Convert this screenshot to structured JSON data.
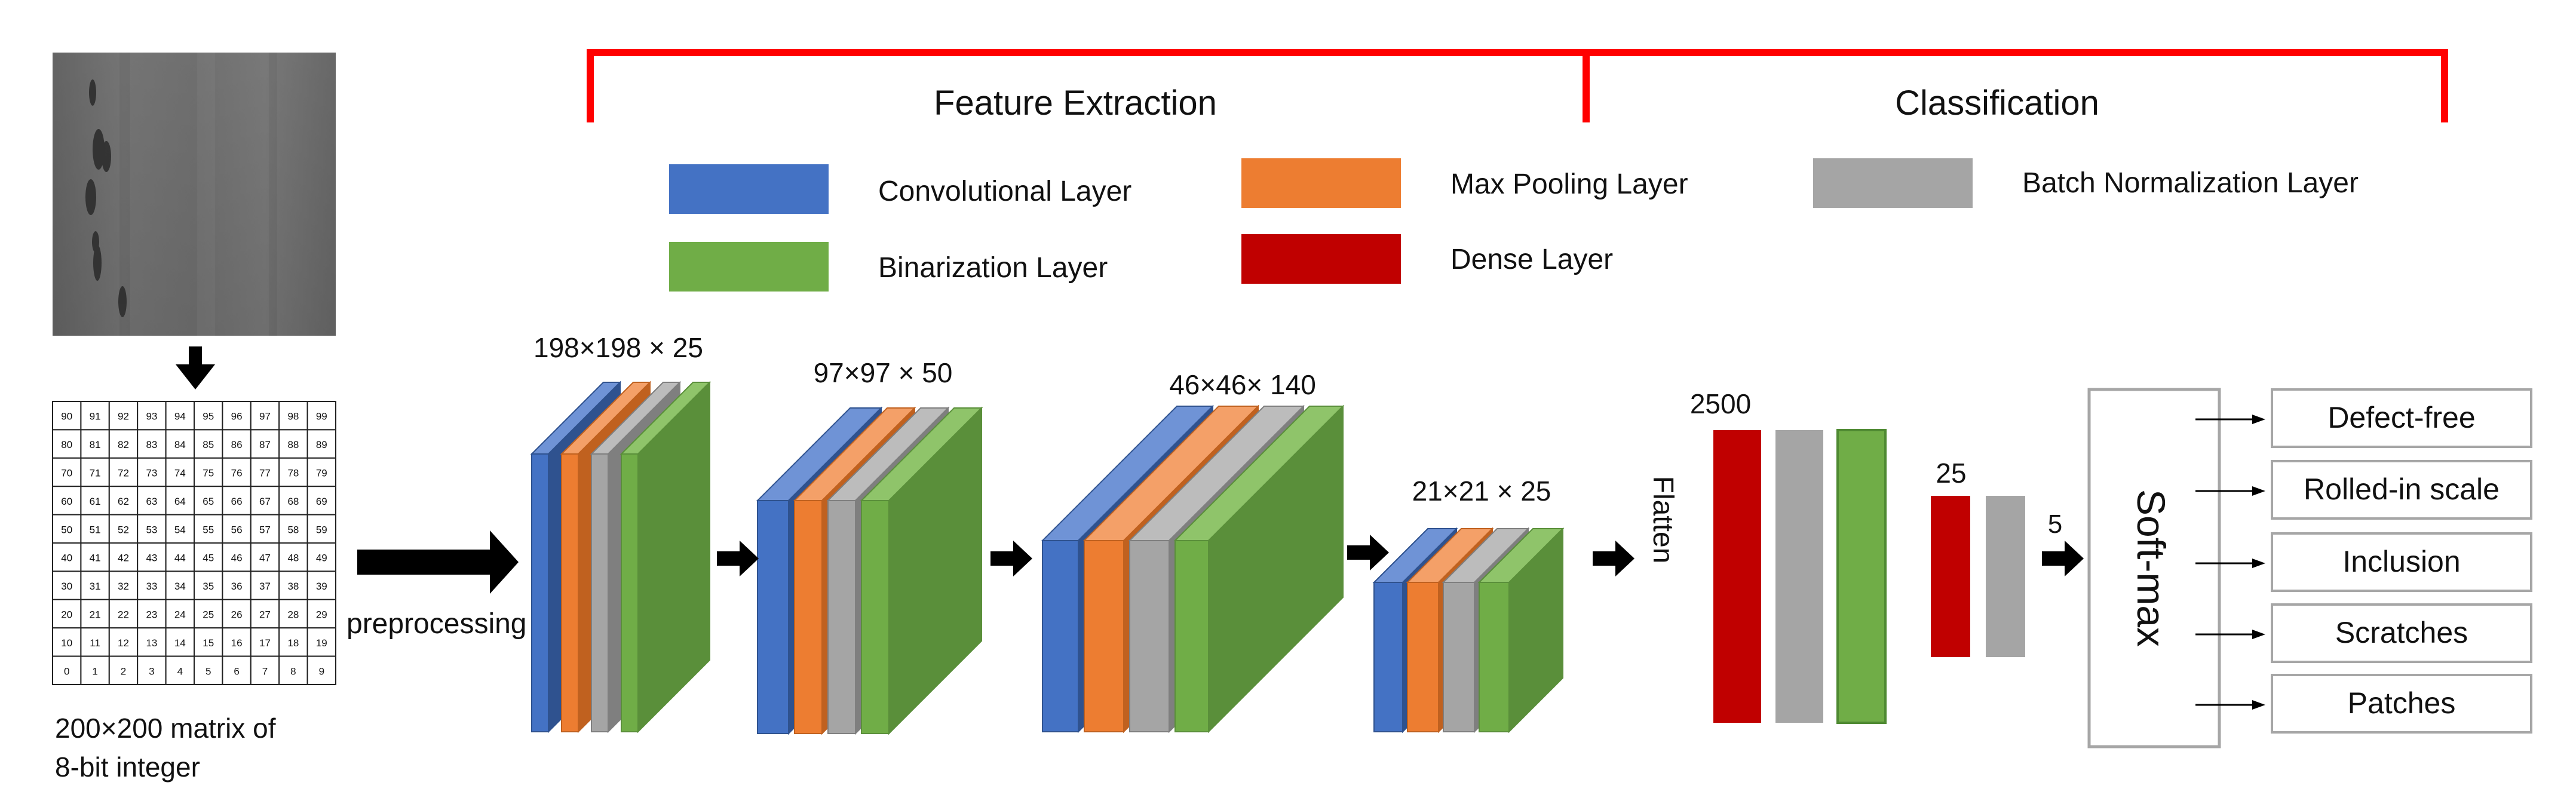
{
  "colors": {
    "convolutional": "#4472c4",
    "convolutional_top": "#6f93d6",
    "max_pooling": "#ed7d31",
    "max_pooling_top": "#f4a068",
    "batch_norm": "#a5a5a5",
    "batch_norm_top": "#bcbcbc",
    "binarization": "#70ad47",
    "binarization_top": "#8fc46a",
    "binarization_side": "#5a8f3a",
    "dense": "#c00000",
    "bracket": "#ff0000",
    "arrow": "#000000"
  },
  "sections": {
    "feature_extraction": "Feature Extraction",
    "classification": "Classification"
  },
  "legend": {
    "convolutional": "Convolutional Layer",
    "max_pooling": "Max Pooling Layer",
    "batch_norm": "Batch Normalization Layer",
    "binarization": "Binarization Layer",
    "dense": "Dense Layer"
  },
  "input": {
    "matrix_rows": [
      [
        "90",
        "91",
        "92",
        "93",
        "94",
        "95",
        "96",
        "97",
        "98",
        "99"
      ],
      [
        "80",
        "81",
        "82",
        "83",
        "84",
        "85",
        "86",
        "87",
        "88",
        "89"
      ],
      [
        "70",
        "71",
        "72",
        "73",
        "74",
        "75",
        "76",
        "77",
        "78",
        "79"
      ],
      [
        "60",
        "61",
        "62",
        "63",
        "64",
        "65",
        "66",
        "67",
        "68",
        "69"
      ],
      [
        "50",
        "51",
        "52",
        "53",
        "54",
        "55",
        "56",
        "57",
        "58",
        "59"
      ],
      [
        "40",
        "41",
        "42",
        "43",
        "44",
        "45",
        "46",
        "47",
        "48",
        "49"
      ],
      [
        "30",
        "31",
        "32",
        "33",
        "34",
        "35",
        "36",
        "37",
        "38",
        "39"
      ],
      [
        "20",
        "21",
        "22",
        "23",
        "24",
        "25",
        "26",
        "27",
        "28",
        "29"
      ],
      [
        "10",
        "11",
        "12",
        "13",
        "14",
        "15",
        "16",
        "17",
        "18",
        "19"
      ],
      [
        "0",
        "1",
        "2",
        "3",
        "4",
        "5",
        "6",
        "7",
        "8",
        "9"
      ]
    ],
    "caption_line1": "200×200 matrix of",
    "caption_line2": "8-bit integer",
    "preprocessing_label": "preprocessing"
  },
  "blocks": {
    "b1": "198×198 × 25",
    "b2": "97×97 × 50",
    "b3": "46×46× 140",
    "b4": "21×21 × 25"
  },
  "classifier": {
    "flatten_label": "Flatten",
    "dense1_units": "2500",
    "dense2_units": "25",
    "softmax_input": "5",
    "softmax_label": "Soft-max"
  },
  "classes": [
    "Defect-free",
    "Rolled-in scale",
    "Inclusion",
    "Scratches",
    "Patches"
  ]
}
